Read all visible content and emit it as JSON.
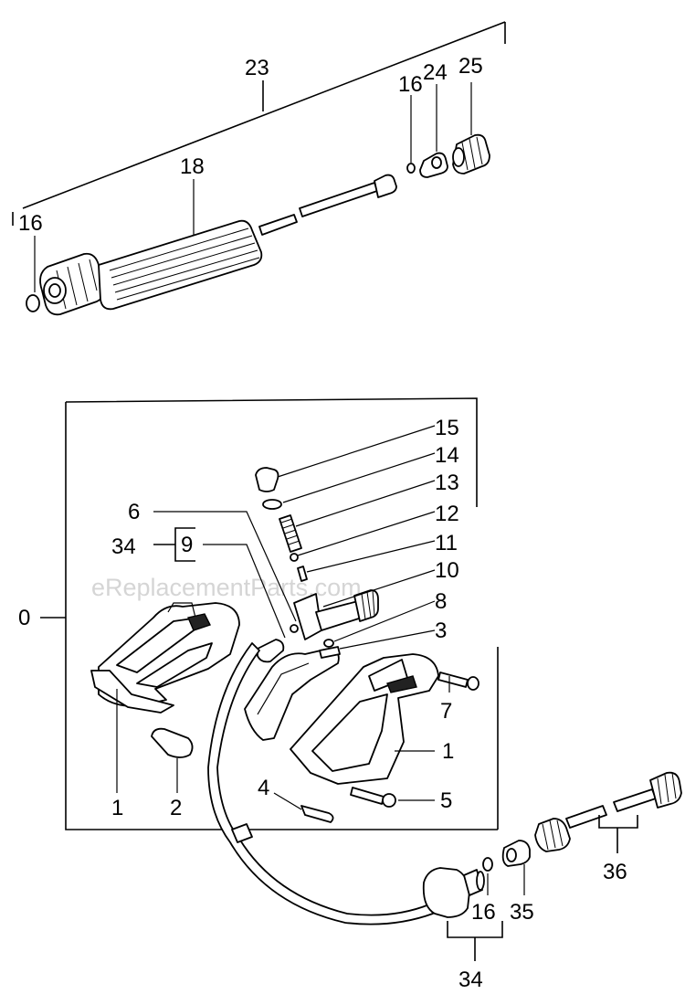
{
  "watermark": "eReplacementParts.com",
  "labels": {
    "n23": "23",
    "n16_top": "16",
    "n24": "24",
    "n25": "25",
    "n18": "18",
    "n16_left": "16",
    "n15": "15",
    "n14": "14",
    "n13": "13",
    "n6": "6",
    "n12": "12",
    "n34_left": "34",
    "n9": "9",
    "n11": "11",
    "n10": "10",
    "n0": "0",
    "n8": "8",
    "n3": "3",
    "n7": "7",
    "n1_right": "1",
    "n5": "5",
    "n4": "4",
    "n1_left": "1",
    "n2": "2",
    "n36": "36",
    "n35": "35",
    "n16_bottom": "16",
    "n34_bottom": "34"
  }
}
